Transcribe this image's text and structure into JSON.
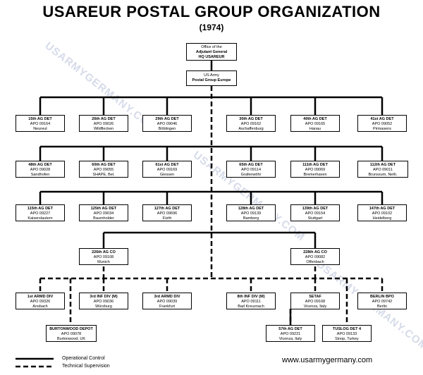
{
  "title": "USAREUR POSTAL GROUP ORGANIZATION",
  "subtitle": "(1974)",
  "watermark": "USARMYGERMANY.COM",
  "website": "www.usarmygermany.com",
  "legend": {
    "solid": "Operational Control",
    "dashed": "Technical Supervision"
  },
  "hq": {
    "line1": "Office of the",
    "line2": "Adjutant General",
    "line3": "HQ USAREUR"
  },
  "postal_group": {
    "line1": "US Army",
    "line2": "Postal Group Europe"
  },
  "dets": [
    {
      "id": "d15",
      "name": "15th AG DET",
      "apo": "APO 09164",
      "loc": "Neureut"
    },
    {
      "id": "d26",
      "name": "26th AG DET",
      "apo": "APO 09026",
      "loc": "Wildflecken"
    },
    {
      "id": "d29",
      "name": "29th AG DET",
      "apo": "APO 09046",
      "loc": "Böblingen"
    },
    {
      "id": "d30",
      "name": "30th AG DET",
      "apo": "APO 09162",
      "loc": "Aschaffenburg"
    },
    {
      "id": "d40",
      "name": "40th AG DET",
      "apo": "APO 09165",
      "loc": "Hanau"
    },
    {
      "id": "d41",
      "name": "41st AG DET",
      "apo": "APO 09052",
      "loc": "Pirmasens"
    },
    {
      "id": "d48",
      "name": "48th AG DET",
      "apo": "APO 09028",
      "loc": "Sandhofen"
    },
    {
      "id": "d60",
      "name": "60th AG DET",
      "apo": "APO 09055",
      "loc": "SHAPE, Bel."
    },
    {
      "id": "d61",
      "name": "61st AG DET",
      "apo": "APO 09169",
      "loc": "Giessen"
    },
    {
      "id": "d65",
      "name": "65th AG DET",
      "apo": "APO 09114",
      "loc": "Grafenwöhr"
    },
    {
      "id": "d111",
      "name": "111th AG DET",
      "apo": "APO 09069",
      "loc": "Bremerhaven"
    },
    {
      "id": "d112",
      "name": "112th AG DET",
      "apo": "APO 09011",
      "loc": "Brunssum, Neth."
    },
    {
      "id": "d115",
      "name": "115th AG DET",
      "apo": "APO 09227",
      "loc": "Kaiserslautern"
    },
    {
      "id": "d125",
      "name": "125th AG DET",
      "apo": "APO 09034",
      "loc": "Baumholder"
    },
    {
      "id": "d127",
      "name": "127th AG DET",
      "apo": "APO 09696",
      "loc": "Fürth"
    },
    {
      "id": "d128",
      "name": "128th AG DET",
      "apo": "APO 09139",
      "loc": "Bamberg"
    },
    {
      "id": "d139",
      "name": "139th AG DET",
      "apo": "APO 09154",
      "loc": "Stuttgart"
    },
    {
      "id": "d147",
      "name": "147th AG DET",
      "apo": "APO 09102",
      "loc": "Heidelberg"
    },
    {
      "id": "c226",
      "name": "226th AG CO",
      "apo": "APO 09108",
      "loc": "Munich"
    },
    {
      "id": "c228",
      "name": "228th AG CO",
      "apo": "APO 09082",
      "loc": "Offenbach"
    },
    {
      "id": "arm1",
      "name": "1st ARMD DIV",
      "apo": "APO 09326",
      "loc": "Ansbach"
    },
    {
      "id": "inf3",
      "name": "3rd INF DIV (M)",
      "apo": "APO 09036",
      "loc": "Würzburg"
    },
    {
      "id": "arm3",
      "name": "3rd ARMD DIV",
      "apo": "APO 09039",
      "loc": "Frankfurt"
    },
    {
      "id": "inf8",
      "name": "8th INF DIV (M)",
      "apo": "APO 09111",
      "loc": "Bad Kreuznach"
    },
    {
      "id": "setaf",
      "name": "SETAF",
      "apo": "APO 09168",
      "loc": "Vicenza, Italy"
    },
    {
      "id": "berlin",
      "name": "BERLIN BPO",
      "apo": "APO 09742",
      "loc": "Berlin"
    },
    {
      "id": "burton",
      "name": "BURTONWOOD DEPOT",
      "apo": "APO 09078",
      "loc": "Burtonwood, UK"
    },
    {
      "id": "d57",
      "name": "57th AG DET",
      "apo": "APO 09221",
      "loc": "Vicenza, Italy"
    },
    {
      "id": "tuslog",
      "name": "TUSLOG DET 4",
      "apo": "APO 09133",
      "loc": "Sinop, Turkey"
    }
  ]
}
